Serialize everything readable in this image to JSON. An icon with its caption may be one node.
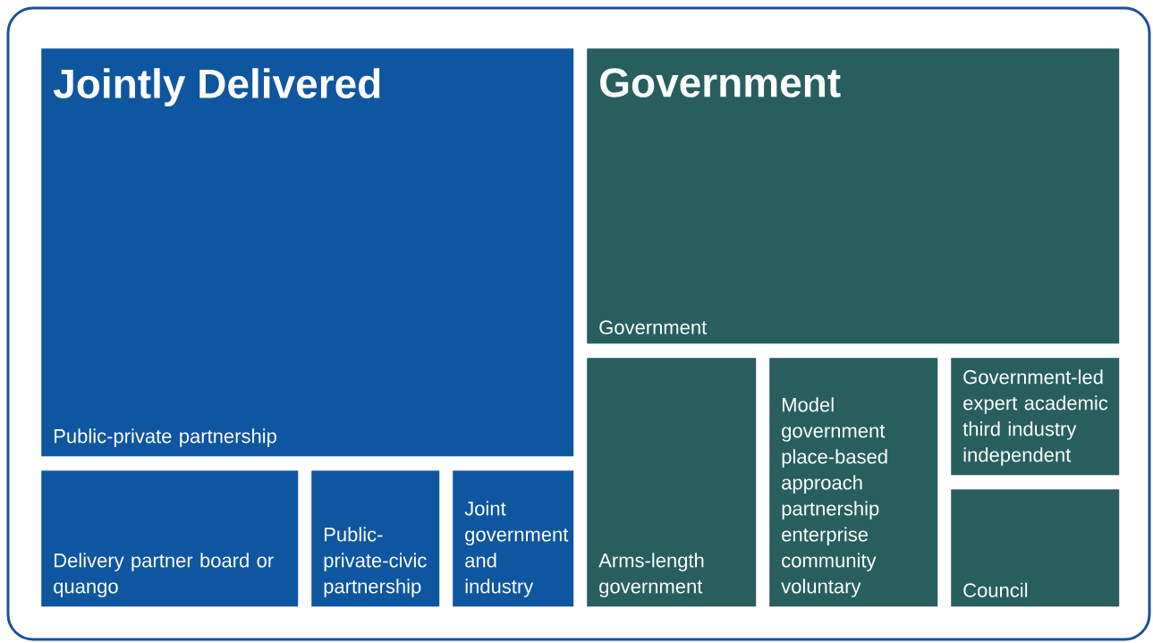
{
  "diagram": {
    "nodes": [
      {
        "text": [
          "Jointly Delivered",
          "Public-private partnership"
        ]
      },
      {
        "text": [
          "Delivery partner board or quango"
        ]
      },
      {
        "text": [
          "Public-private-civic partnership"
        ]
      },
      {
        "text": [
          "Joint government and industry"
        ]
      },
      {
        "text": [
          "Government",
          "Government"
        ]
      },
      {
        "text": [
          "Arms-length government"
        ]
      },
      {
        "text": [
          "Model government place-based approach partnership enterprise community voluntary"
        ]
      },
      {
        "text": [
          "Government-led expert academic third industry independent"
        ]
      },
      {
        "text": [
          "Council"
        ]
      }
    ]
  }
}
